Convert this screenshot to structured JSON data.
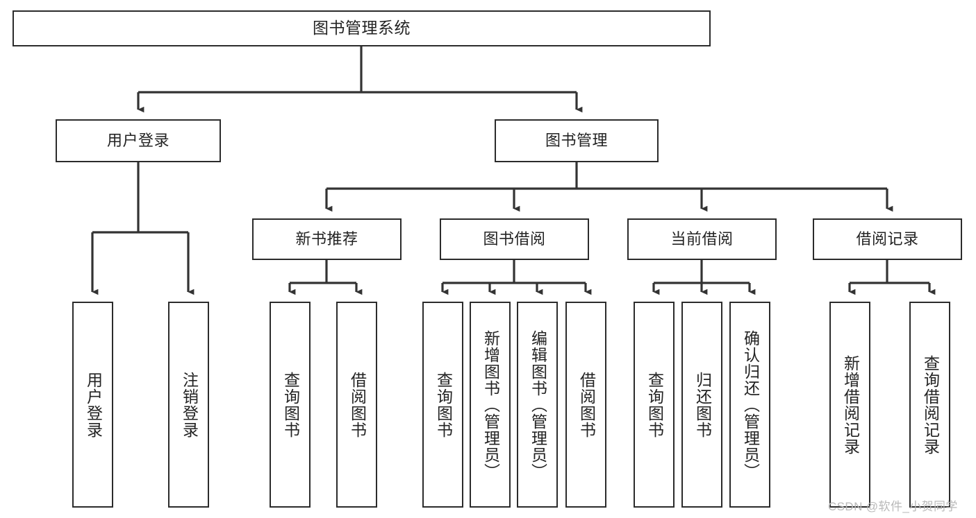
{
  "diagram": {
    "title": "图书管理系统",
    "type": "tree-hierarchy",
    "root": {
      "label": "图书管理系统"
    },
    "level2": [
      {
        "label": "用户登录"
      },
      {
        "label": "图书管理"
      }
    ],
    "level3": [
      {
        "label": "新书推荐"
      },
      {
        "label": "图书借阅"
      },
      {
        "label": "当前借阅"
      },
      {
        "label": "借阅记录"
      }
    ],
    "leaves": {
      "user_login": [
        {
          "label": "用户登录"
        },
        {
          "label": "注销登录"
        }
      ],
      "new_book_recommend": [
        {
          "label": "查询图书"
        },
        {
          "label": "借阅图书"
        }
      ],
      "book_borrow": [
        {
          "label": "查询图书"
        },
        {
          "label": "新增图书（管理员）"
        },
        {
          "label": "编辑图书（管理员）"
        },
        {
          "label": "借阅图书"
        }
      ],
      "current_borrow": [
        {
          "label": "查询图书"
        },
        {
          "label": "归还图书"
        },
        {
          "label": "确认归还（管理员）"
        }
      ],
      "borrow_record": [
        {
          "label": "新增借阅记录"
        },
        {
          "label": "查询借阅记录"
        }
      ]
    },
    "watermark": "CSDN @软件_小贺同学",
    "colors": {
      "border": "#2b2b2b",
      "fill": "#ffffff",
      "text": "#232323",
      "edge": "#333333",
      "watermark": "#b9b9b9"
    }
  }
}
